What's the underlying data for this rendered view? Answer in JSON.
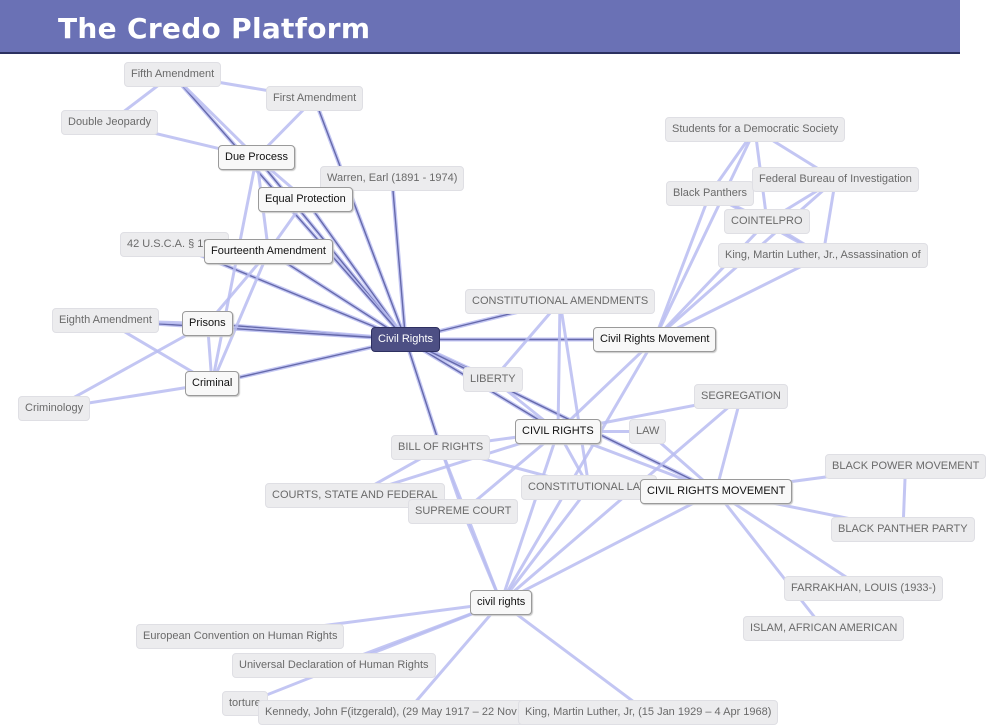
{
  "header": {
    "title": "The Credo Platform"
  },
  "colors": {
    "header_bg": "#6a71b5",
    "edge": "#b9bdf1",
    "center_edge": "#5b5fa3",
    "center_node": "#4d4f84"
  },
  "nodes": [
    {
      "id": "fifth-amendment",
      "label": "Fifth Amendment",
      "style": "faded"
    },
    {
      "id": "first-amendment",
      "label": "First Amendment",
      "style": "faded"
    },
    {
      "id": "double-jeopardy",
      "label": "Double Jeopardy",
      "style": "faded"
    },
    {
      "id": "due-process",
      "label": "Due Process",
      "style": "strong"
    },
    {
      "id": "warren-earl",
      "label": "Warren, Earl (1891 - 1974)",
      "style": "faded"
    },
    {
      "id": "equal-protection",
      "label": "Equal Protection",
      "style": "strong"
    },
    {
      "id": "usca-1983",
      "label": "42 U.S.C.A. § 1983",
      "style": "faded"
    },
    {
      "id": "fourteenth-amendment",
      "label": "Fourteenth Amendment",
      "style": "strong"
    },
    {
      "id": "eighth-amendment",
      "label": "Eighth Amendment",
      "style": "faded"
    },
    {
      "id": "prisons",
      "label": "Prisons",
      "style": "strong"
    },
    {
      "id": "criminal",
      "label": "Criminal",
      "style": "strong"
    },
    {
      "id": "criminology",
      "label": "Criminology",
      "style": "faded"
    },
    {
      "id": "civil-rights-center",
      "label": "Civil Rights",
      "style": "center"
    },
    {
      "id": "students-democratic-society",
      "label": "Students for a Democratic Society",
      "style": "faded"
    },
    {
      "id": "black-panthers",
      "label": "Black Panthers",
      "style": "faded"
    },
    {
      "id": "fbi",
      "label": "Federal Bureau of Investigation",
      "style": "faded"
    },
    {
      "id": "cointelpro",
      "label": "COINTELPRO",
      "style": "faded"
    },
    {
      "id": "king-assassination",
      "label": "King, Martin Luther, Jr., Assassination of",
      "style": "faded"
    },
    {
      "id": "constitutional-amendments",
      "label": "CONSTITUTIONAL AMENDMENTS",
      "style": "faded"
    },
    {
      "id": "civil-rights-movement",
      "label": "Civil Rights Movement",
      "style": "strong"
    },
    {
      "id": "liberty",
      "label": "LIBERTY",
      "style": "faded"
    },
    {
      "id": "segregation",
      "label": "SEGREGATION",
      "style": "faded"
    },
    {
      "id": "civil-rights-caps",
      "label": "CIVIL RIGHTS",
      "style": "strong"
    },
    {
      "id": "law",
      "label": "LAW",
      "style": "faded"
    },
    {
      "id": "bill-of-rights",
      "label": "BILL OF RIGHTS",
      "style": "faded"
    },
    {
      "id": "black-power-movement",
      "label": "BLACK POWER MOVEMENT",
      "style": "faded"
    },
    {
      "id": "courts-state-federal",
      "label": "COURTS, STATE AND FEDERAL",
      "style": "faded"
    },
    {
      "id": "constitutional-law",
      "label": "CONSTITUTIONAL LAW",
      "style": "faded"
    },
    {
      "id": "civil-rights-movement-caps",
      "label": "CIVIL RIGHTS MOVEMENT",
      "style": "strong"
    },
    {
      "id": "supreme-court",
      "label": "SUPREME COURT",
      "style": "faded"
    },
    {
      "id": "black-panther-party",
      "label": "BLACK PANTHER PARTY",
      "style": "faded"
    },
    {
      "id": "farrakhan",
      "label": "FARRAKHAN, LOUIS (1933-)",
      "style": "faded"
    },
    {
      "id": "civil-rights-lower",
      "label": "civil rights",
      "style": "strong"
    },
    {
      "id": "islam-african-american",
      "label": "ISLAM, AFRICAN AMERICAN",
      "style": "faded"
    },
    {
      "id": "european-convention",
      "label": "European Convention on Human Rights",
      "style": "faded"
    },
    {
      "id": "universal-declaration",
      "label": "Universal Declaration of Human Rights",
      "style": "faded"
    },
    {
      "id": "torture",
      "label": "torture",
      "style": "faded"
    },
    {
      "id": "kennedy-john",
      "label": "Kennedy, John F(itzgerald), (29 May 1917 – 22 Nov 1963)",
      "style": "faded"
    },
    {
      "id": "king-martin-luther",
      "label": "King, Martin Luther, Jr, (15 Jan 1929 – 4 Apr 1968)",
      "style": "faded"
    }
  ],
  "edges": [
    [
      "civil-rights-center",
      "civil-rights-movement"
    ],
    [
      "civil-rights-center",
      "civil-rights-caps"
    ],
    [
      "civil-rights-center",
      "prisons"
    ],
    [
      "civil-rights-center",
      "criminal"
    ],
    [
      "civil-rights-center",
      "fourteenth-amendment"
    ],
    [
      "civil-rights-center",
      "equal-protection"
    ],
    [
      "civil-rights-center",
      "due-process"
    ],
    [
      "civil-rights-center",
      "bill-of-rights"
    ],
    [
      "civil-rights-center",
      "liberty"
    ],
    [
      "civil-rights-center",
      "civil-rights-movement-caps"
    ],
    [
      "civil-rights-center",
      "usca-1983"
    ],
    [
      "civil-rights-center",
      "warren-earl"
    ],
    [
      "civil-rights-center",
      "eighth-amendment"
    ],
    [
      "civil-rights-center",
      "constitutional-amendments"
    ],
    [
      "civil-rights-center",
      "fifth-amendment"
    ],
    [
      "civil-rights-center",
      "first-amendment"
    ],
    [
      "civil-rights-movement",
      "students-democratic-society"
    ],
    [
      "civil-rights-movement",
      "black-panthers"
    ],
    [
      "civil-rights-movement",
      "fbi"
    ],
    [
      "civil-rights-movement",
      "cointelpro"
    ],
    [
      "civil-rights-movement",
      "king-assassination"
    ],
    [
      "civil-rights-movement",
      "civil-rights-caps"
    ],
    [
      "students-democratic-society",
      "black-panthers"
    ],
    [
      "students-democratic-society",
      "fbi"
    ],
    [
      "students-democratic-society",
      "cointelpro"
    ],
    [
      "black-panthers",
      "cointelpro"
    ],
    [
      "fbi",
      "cointelpro"
    ],
    [
      "fbi",
      "king-assassination"
    ],
    [
      "cointelpro",
      "king-assassination"
    ],
    [
      "black-panthers",
      "king-assassination"
    ],
    [
      "due-process",
      "fifth-amendment"
    ],
    [
      "due-process",
      "first-amendment"
    ],
    [
      "due-process",
      "double-jeopardy"
    ],
    [
      "due-process",
      "fourteenth-amendment"
    ],
    [
      "due-process",
      "equal-protection"
    ],
    [
      "equal-protection",
      "fourteenth-amendment"
    ],
    [
      "equal-protection",
      "warren-earl"
    ],
    [
      "fourteenth-amendment",
      "usca-1983"
    ],
    [
      "fourteenth-amendment",
      "prisons"
    ],
    [
      "fourteenth-amendment",
      "criminal"
    ],
    [
      "fifth-amendment",
      "double-jeopardy"
    ],
    [
      "first-amendment",
      "fifth-amendment"
    ],
    [
      "prisons",
      "criminal"
    ],
    [
      "prisons",
      "eighth-amendment"
    ],
    [
      "prisons",
      "criminology"
    ],
    [
      "criminal",
      "criminology"
    ],
    [
      "criminal",
      "eighth-amendment"
    ],
    [
      "due-process",
      "criminal"
    ],
    [
      "civil-rights-caps",
      "liberty"
    ],
    [
      "civil-rights-caps",
      "bill-of-rights"
    ],
    [
      "civil-rights-caps",
      "law"
    ],
    [
      "civil-rights-caps",
      "segregation"
    ],
    [
      "civil-rights-caps",
      "constitutional-law"
    ],
    [
      "civil-rights-caps",
      "civil-rights-movement-caps"
    ],
    [
      "civil-rights-caps",
      "supreme-court"
    ],
    [
      "civil-rights-caps",
      "courts-state-federal"
    ],
    [
      "civil-rights-caps",
      "constitutional-amendments"
    ],
    [
      "civil-rights-caps",
      "civil-rights-lower"
    ],
    [
      "civil-rights-movement-caps",
      "black-power-movement"
    ],
    [
      "civil-rights-movement-caps",
      "black-panther-party"
    ],
    [
      "civil-rights-movement-caps",
      "farrakhan"
    ],
    [
      "civil-rights-movement-caps",
      "islam-african-american"
    ],
    [
      "civil-rights-movement-caps",
      "segregation"
    ],
    [
      "civil-rights-movement-caps",
      "law"
    ],
    [
      "civil-rights-movement-caps",
      "constitutional-law"
    ],
    [
      "black-power-movement",
      "black-panther-party"
    ],
    [
      "bill-of-rights",
      "constitutional-law"
    ],
    [
      "bill-of-rights",
      "courts-state-federal"
    ],
    [
      "bill-of-rights",
      "supreme-court"
    ],
    [
      "civil-rights-lower",
      "european-convention"
    ],
    [
      "civil-rights-lower",
      "universal-declaration"
    ],
    [
      "civil-rights-lower",
      "torture"
    ],
    [
      "civil-rights-lower",
      "kennedy-john"
    ],
    [
      "civil-rights-lower",
      "king-martin-luther"
    ],
    [
      "civil-rights-lower",
      "constitutional-law"
    ],
    [
      "civil-rights-lower",
      "civil-rights-movement-caps"
    ],
    [
      "civil-rights-lower",
      "bill-of-rights"
    ],
    [
      "civil-rights-lower",
      "supreme-court"
    ],
    [
      "civil-rights-lower",
      "segregation"
    ],
    [
      "civil-rights-lower",
      "civil-rights-movement"
    ],
    [
      "liberty",
      "constitutional-amendments"
    ],
    [
      "constitutional-amendments",
      "constitutional-law"
    ]
  ]
}
